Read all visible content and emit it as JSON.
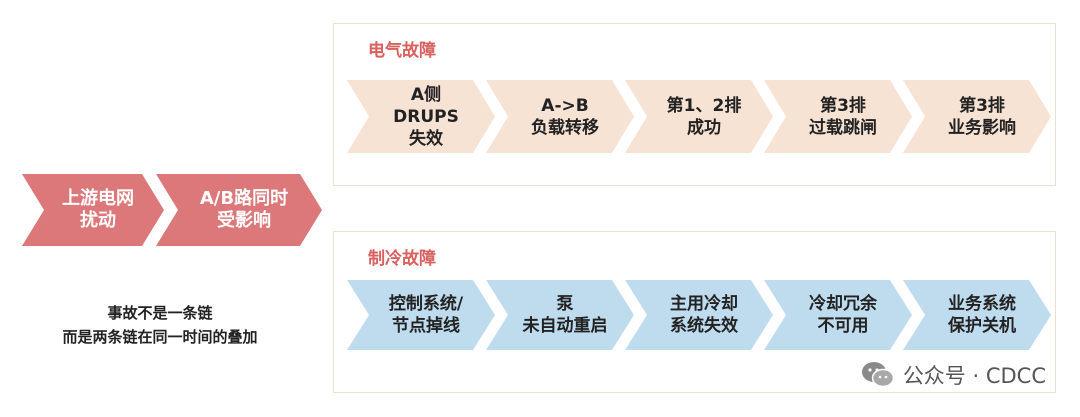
{
  "source_steps": [
    {
      "label": "上游电网\n扰动"
    },
    {
      "label": "A/B路同时\n受影响"
    }
  ],
  "note": "事故不是一条链\n而是两条链在同一时间的叠加",
  "electrical": {
    "title": "电气故障",
    "steps": [
      {
        "label": "A侧\nDRUPS\n失效"
      },
      {
        "label": "A->B\n负载转移"
      },
      {
        "label": "第1、2排\n成功"
      },
      {
        "label": "第3排\n过载跳闸"
      },
      {
        "label": "第3排\n业务影响"
      }
    ]
  },
  "cooling": {
    "title": "制冷故障",
    "steps": [
      {
        "label": "控制系统/\n节点掉线"
      },
      {
        "label": "泵\n未自动重启"
      },
      {
        "label": "主用冷却\n系统失效"
      },
      {
        "label": "冷却冗余\n不可用"
      },
      {
        "label": "业务系统\n保护关机"
      }
    ]
  },
  "watermark": {
    "icon": "wechat-icon",
    "text": "公众号 · CDCC"
  },
  "colors": {
    "source": "#dc777a",
    "electrical": "#f7e3d4",
    "cooling": "#bfdcee",
    "title": "#d9605f",
    "panel_border": "#f3ddd0"
  }
}
